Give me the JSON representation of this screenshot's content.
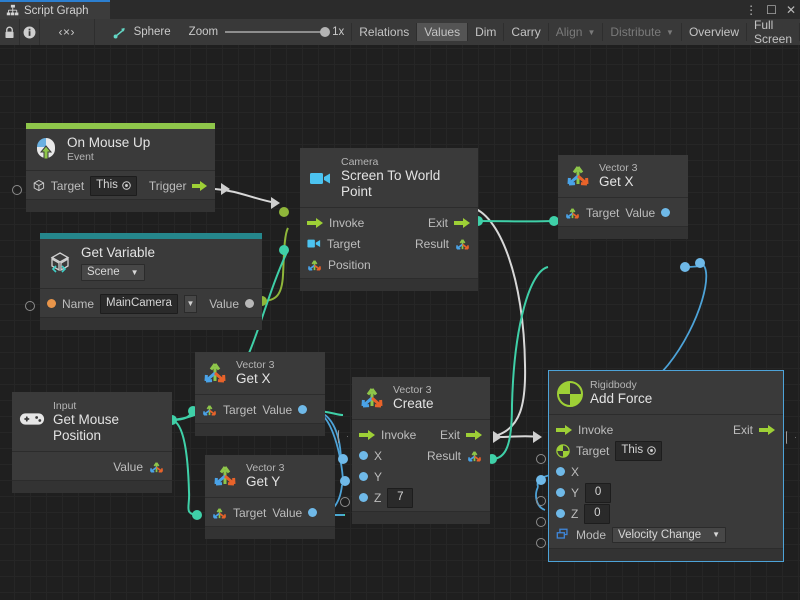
{
  "window": {
    "tab_label": "Script Graph",
    "tab_icon": "script-graph-icon",
    "buttons": [
      {
        "name": "more-options-icon",
        "glyph": "⋮"
      },
      {
        "name": "maximize-icon",
        "glyph": "☐"
      },
      {
        "name": "close-icon",
        "glyph": "✕"
      }
    ]
  },
  "toolbar": {
    "lock_icon": "lock-icon",
    "info_icon": "info-icon",
    "code_label": "‹×›",
    "object_icon": "graph-node-icon",
    "object_label": "Sphere",
    "zoom_label": "Zoom",
    "zoom_value": "1x",
    "items": [
      {
        "label": "Relations",
        "state": "normal"
      },
      {
        "label": "Values",
        "state": "active"
      },
      {
        "label": "Dim",
        "state": "normal"
      },
      {
        "label": "Carry",
        "state": "normal"
      },
      {
        "label": "Align",
        "state": "disabled",
        "caret": true
      },
      {
        "label": "Distribute",
        "state": "disabled",
        "caret": true
      },
      {
        "label": "Overview",
        "state": "normal"
      },
      {
        "label": "Full Screen",
        "state": "normal"
      }
    ]
  },
  "colors": {
    "accent_event": "#8ec64a",
    "accent_variable": "#25878c",
    "selection": "#4da3d8",
    "wire_control": "#d8d8d8",
    "wire_value_green": "#8fb63a",
    "wire_value_teal": "#3fd0a8",
    "wire_value_blue": "#4da3d8",
    "node_bg": "#3a3a3a",
    "canvas_bg": "#1f1f1f"
  },
  "nodes": [
    {
      "id": "on-mouse-up",
      "icon": "mouse-up-event-icon",
      "subtitle": "On Mouse Up",
      "title": "Event",
      "accent": "#8ec64a",
      "rows": [
        {
          "left_port": "hollow",
          "left_icon": "cube-icon",
          "label": "Target",
          "field": {
            "type": "object",
            "value": "This"
          },
          "right_label": "Trigger",
          "right_icon": "arrow-lime",
          "right_port": "none"
        }
      ]
    },
    {
      "id": "get-variable",
      "icon": "unity-variable-icon",
      "subtitle": "Get Variable",
      "title": "",
      "dropdown": "Scene",
      "accent": "#25878c",
      "rows": [
        {
          "left_port": "hollow",
          "dot": "#e8954a",
          "label": "Name",
          "field": {
            "type": "text",
            "value": "MainCamera"
          },
          "right_label": "Value",
          "right_dot": "#b8b8b8"
        }
      ]
    },
    {
      "id": "camera-screen-to-world-point",
      "icon": "camera-icon",
      "subtitle": "Camera",
      "title": "Screen To World Point",
      "accent": "none",
      "rows": [
        {
          "icon": "arrow-lime",
          "label": "Invoke",
          "right_label": "Exit",
          "right_icon": "arrow-lime"
        },
        {
          "icon": "camera-small-icon",
          "label": "Target",
          "right_label": "Result",
          "right_icon": "vector3-icon"
        },
        {
          "icon": "vector3-icon",
          "label": "Position"
        }
      ]
    },
    {
      "id": "vector3-get-x-top",
      "icon": "vector3-icon",
      "subtitle": "Vector 3",
      "title": "Get X",
      "accent": "none",
      "rows": [
        {
          "icon": "vector3-icon",
          "label": "Target",
          "right_label": "Value",
          "right_dot": "#6fb9e8"
        }
      ]
    },
    {
      "id": "input-get-mouse-position",
      "icon": "gamepad-icon",
      "subtitle": "Input",
      "title": "Get Mouse Position",
      "accent": "none",
      "rows": [
        {
          "right_label": "Value",
          "right_icon": "vector3-icon"
        }
      ]
    },
    {
      "id": "vector3-get-x-mid",
      "icon": "vector3-icon",
      "subtitle": "Vector 3",
      "title": "Get X",
      "accent": "none",
      "rows": [
        {
          "icon": "vector3-icon",
          "label": "Target",
          "right_label": "Value",
          "right_dot": "#6fb9e8"
        }
      ]
    },
    {
      "id": "vector3-get-y",
      "icon": "vector3-icon",
      "subtitle": "Vector 3",
      "title": "Get Y",
      "accent": "none",
      "rows": [
        {
          "icon": "vector3-icon",
          "label": "Target",
          "right_label": "Value",
          "right_dot": "#6fb9e8"
        }
      ]
    },
    {
      "id": "vector3-create",
      "icon": "vector3-icon",
      "subtitle": "Vector 3",
      "title": "Create",
      "accent": "none",
      "rows": [
        {
          "icon": "arrow-lime",
          "label": "Invoke",
          "right_label": "Exit",
          "right_icon": "arrow-lime"
        },
        {
          "dot": "#6fb9e8",
          "label": "X",
          "right_label": "Result",
          "right_icon": "vector3-icon"
        },
        {
          "dot": "#6fb9e8",
          "label": "Y"
        },
        {
          "dot": "#6fb9e8",
          "label": "Z",
          "field": {
            "type": "number",
            "value": "7"
          }
        }
      ]
    },
    {
      "id": "rigidbody-add-force",
      "icon": "rigidbody-icon",
      "subtitle": "Rigidbody",
      "title": "Add Force",
      "accent": "none",
      "selected": true,
      "rows": [
        {
          "icon": "arrow-lime",
          "label": "Invoke",
          "right_label": "Exit",
          "right_icon": "arrow-lime"
        },
        {
          "icon": "rigidbody-small-icon",
          "label": "Target",
          "field": {
            "type": "object",
            "value": "This"
          }
        },
        {
          "dot": "#6fb9e8",
          "label": "X"
        },
        {
          "dot": "#6fb9e8",
          "label": "Y",
          "field": {
            "type": "number",
            "value": "0"
          }
        },
        {
          "dot": "#6fb9e8",
          "label": "Z",
          "field": {
            "type": "number",
            "value": "0"
          }
        },
        {
          "icon": "enum-icon",
          "label": "Mode",
          "dropdown": "Velocity Change"
        }
      ]
    }
  ],
  "labels": {
    "on_mouse_up_sub": "On Mouse Up",
    "on_mouse_up_title": "Event",
    "target": "Target",
    "trigger": "Trigger",
    "this": "This",
    "get_variable": "Get Variable",
    "scene": "Scene",
    "name": "Name",
    "main_camera": "MainCamera",
    "value": "Value",
    "camera": "Camera",
    "screen_to_world_point": "Screen To World Point",
    "invoke": "Invoke",
    "exit": "Exit",
    "result": "Result",
    "position": "Position",
    "vector3": "Vector 3",
    "get_x": "Get X",
    "get_y": "Get Y",
    "create": "Create",
    "input": "Input",
    "get_mouse_position": "Get Mouse Position",
    "x": "X",
    "y": "Y",
    "z": "Z",
    "z_value": "7",
    "rigidbody": "Rigidbody",
    "add_force": "Add Force",
    "x_value": "",
    "y_value": "0",
    "z_value2": "0",
    "mode": "Mode",
    "velocity_change": "Velocity Change"
  }
}
